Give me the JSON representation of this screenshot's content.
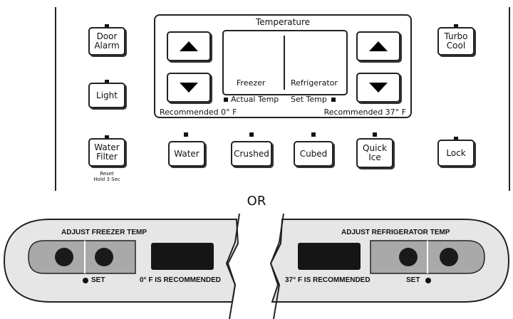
{
  "top_panel": {
    "buttons": {
      "door_alarm": "Door\nAlarm",
      "light": "Light",
      "water_filter": "Water\nFilter",
      "water_filter_note": "Reset\nHold 3 Sec",
      "turbo_cool": "Turbo\nCool",
      "lock": "Lock",
      "water": "Water",
      "crushed": "Crushed",
      "cubed": "Cubed",
      "quick_ice": "Quick\nIce"
    },
    "temperature": {
      "title": "Temperature",
      "freezer_label": "Freezer",
      "refrigerator_label": "Refrigerator",
      "actual_temp": "Actual Temp",
      "set_temp": "Set Temp",
      "recommended_freezer": "Recommended 0° F",
      "recommended_refrigerator": "Recommended 37° F"
    }
  },
  "separator": "OR",
  "bottom_panel": {
    "freezer": {
      "title": "ADJUST FREEZER TEMP",
      "set_label": "SET",
      "recommended": "0° F IS RECOMMENDED"
    },
    "refrigerator": {
      "title": "ADJUST REFRIGERATOR TEMP",
      "set_label": "SET",
      "recommended": "37° F IS RECOMMENDED"
    }
  },
  "colors": {
    "strip_fill": "#e6e6e6",
    "pad_fill": "#a9a9a9",
    "display_fill": "#151515",
    "dot_fill": "#1a1a1a",
    "line": "#222222"
  },
  "icons": [
    "up-arrow-icon",
    "down-arrow-icon",
    "indicator-led-icon",
    "button-dot-icon"
  ]
}
